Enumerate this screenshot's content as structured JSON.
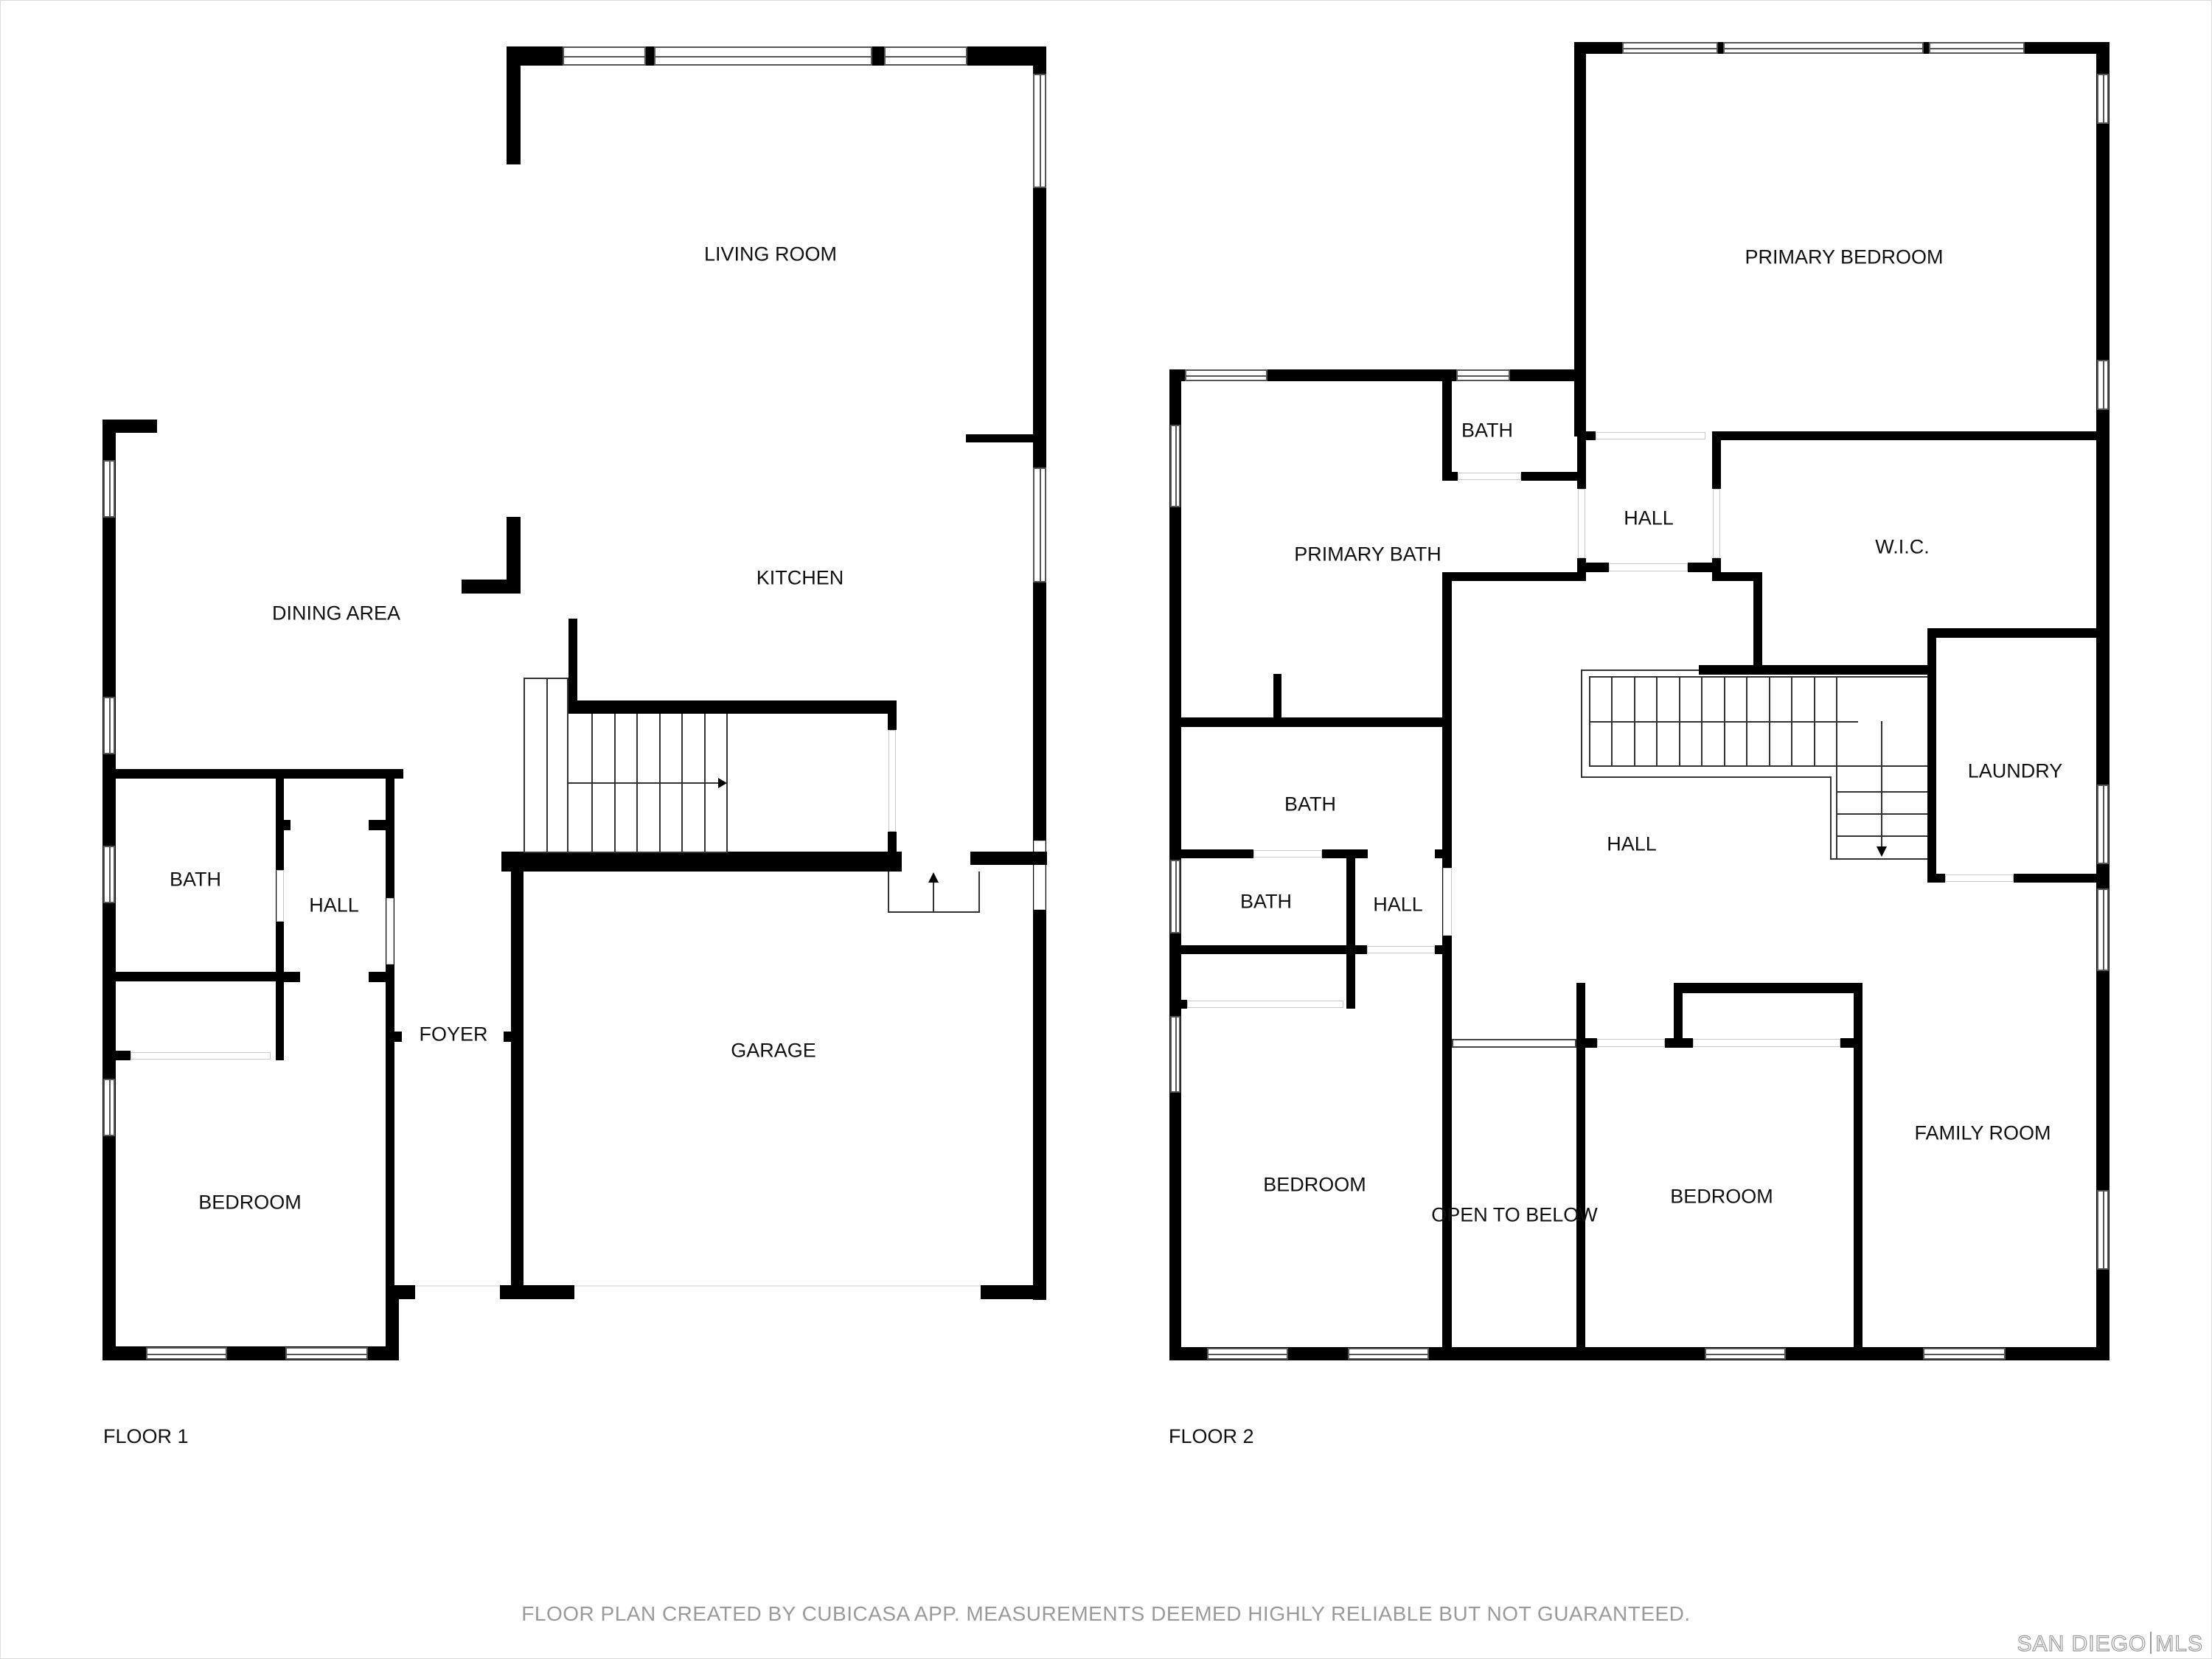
{
  "floor1": {
    "title": "FLOOR 1",
    "rooms": {
      "living_room": "LIVING ROOM",
      "kitchen": "KITCHEN",
      "dining_area": "DINING AREA",
      "bath": "BATH",
      "hall": "HALL",
      "foyer": "FOYER",
      "garage": "GARAGE",
      "bedroom": "BEDROOM"
    }
  },
  "floor2": {
    "title": "FLOOR 2",
    "rooms": {
      "primary_bedroom": "PRIMARY BEDROOM",
      "bath_upper": "BATH",
      "hall_upper": "HALL",
      "primary_bath": "PRIMARY BATH",
      "wic": "W.I.C.",
      "laundry": "LAUNDRY",
      "hall_main": "HALL",
      "bath_mid": "BATH",
      "bath_small": "BATH",
      "hall_small": "HALL",
      "bedroom_left": "BEDROOM",
      "open_to_below": "OPEN TO BELOW",
      "bedroom_mid": "BEDROOM",
      "family_room": "FAMILY ROOM"
    }
  },
  "footer": {
    "disclaimer": "FLOOR PLAN CREATED BY CUBICASA APP. MEASUREMENTS DEEMED HIGHLY RELIABLE BUT NOT GUARANTEED.",
    "logo_left": "SAN DIEGO",
    "logo_right": "MLS"
  },
  "colors": {
    "wall": "#000000",
    "background": "#ffffff",
    "footer_text": "#9a9a9a"
  }
}
